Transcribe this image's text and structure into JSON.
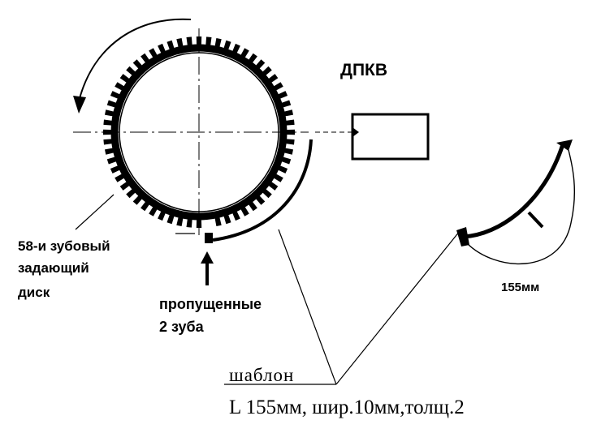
{
  "labels": {
    "sensor": "ДПКВ",
    "disc_line1": "58-и зубовый",
    "disc_line2": "задающий",
    "disc_line3": "диск",
    "missing_line1": "пропущенные",
    "missing_line2": "2 зуба",
    "template_length": "155мм",
    "template_title": "шаблон",
    "template_spec": "L 155мм, шир.10мм,толщ.2"
  },
  "disc": {
    "teeth_count": 58,
    "missing_teeth": 2
  },
  "colors": {
    "ink": "#000000",
    "background": "#ffffff"
  }
}
